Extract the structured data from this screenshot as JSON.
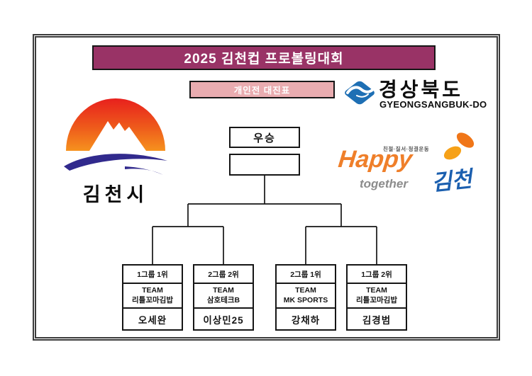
{
  "header": {
    "title": "2025 김천컵 프로볼링대회",
    "subtitle": "개인전 대진표"
  },
  "logos": {
    "gyeongbuk": {
      "korean": "경상북도",
      "english": "GYEONGSANGBUK-DO",
      "icon": "blue-wave-diamond-icon",
      "icon_color": "#1E6FB4"
    },
    "gimcheon_city": {
      "label": "김천시",
      "icon": "sun-mountain-wave-icon",
      "sun_red": "#E8201D",
      "sun_orange": "#F6921E",
      "wave_blue": "#312A8D"
    },
    "happy_together": {
      "slogan": "친절·질서·청결운동",
      "happy": "Happy",
      "together": "together",
      "city": "김천",
      "orange": "#EF7F2A",
      "gray": "#8C8C8C",
      "blue": "#1B5FAF"
    }
  },
  "bracket": {
    "champion_label": "우승",
    "entries": [
      {
        "seed": "1그룹 1위",
        "team_line1": "TEAM",
        "team_line2": "리틀꼬마김밥",
        "player": "오세완"
      },
      {
        "seed": "2그룹 2위",
        "team_line1": "TEAM",
        "team_line2": "삼호테크B",
        "player": "이상민25"
      },
      {
        "seed": "2그룹 1위",
        "team_line1": "TEAM",
        "team_line2": "MK SPORTS",
        "player": "강채하"
      },
      {
        "seed": "1그룹 2위",
        "team_line1": "TEAM",
        "team_line2": "리틀꼬마김밥",
        "player": "김경범"
      }
    ]
  },
  "colors": {
    "banner_bg": "#993366",
    "subtitle_bg": "#E9ACB0",
    "line": "#161616"
  }
}
